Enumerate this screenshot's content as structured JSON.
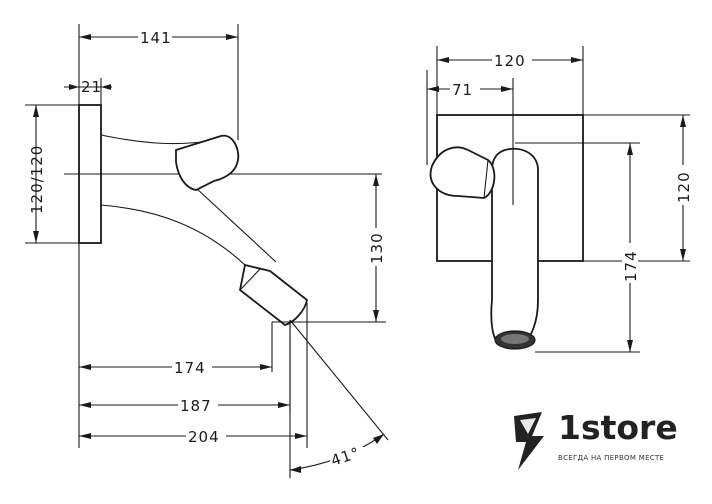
{
  "side_view": {
    "dim_141": "141",
    "dim_21": "21",
    "dim_120_120": "120/120",
    "dim_130": "130",
    "dim_174": "174",
    "dim_187": "187",
    "dim_204": "204",
    "dim_angle": "41°"
  },
  "front_view": {
    "dim_120_top": "120",
    "dim_71": "71",
    "dim_120_right": "120",
    "dim_174": "174"
  },
  "logo": {
    "name": "1store",
    "tagline": "ВСЕГДА НА ПЕРВОМ МЕСТЕ",
    "icon": "lightning-bolt-icon",
    "color": "#222222"
  }
}
